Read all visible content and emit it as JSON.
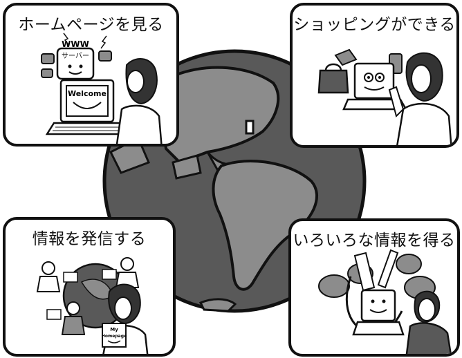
{
  "panels": {
    "homepage": {
      "title": "ホームページを見る",
      "www": "WWW",
      "server": "サーバー",
      "welcome": "Welcome"
    },
    "shopping": {
      "title": "ショッピングができる"
    },
    "publish": {
      "title": "情報を発信する",
      "homepage_label_1": "My",
      "homepage_label_2": "Homepage"
    },
    "info": {
      "title": "いろいろな情報を得る"
    }
  },
  "colors": {
    "ocean": "#595959",
    "land": "#8c8c8c",
    "outline": "#111111",
    "panel_bg": "#ffffff"
  }
}
